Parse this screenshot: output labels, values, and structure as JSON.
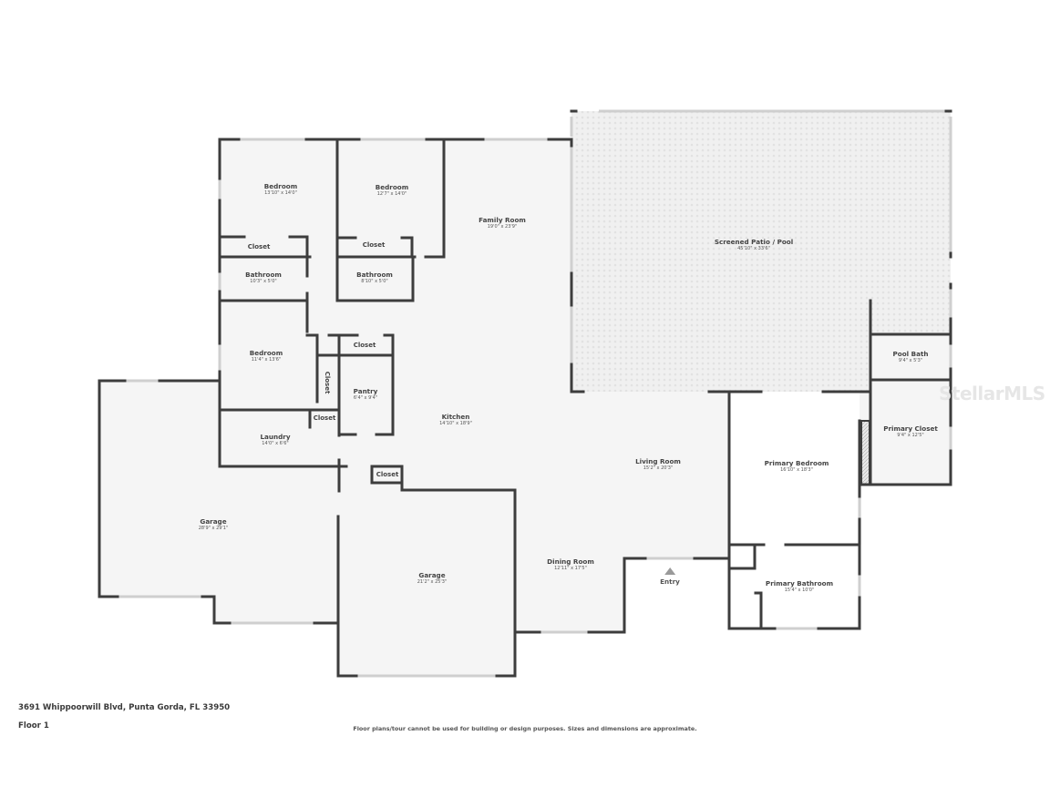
{
  "colors": {
    "wall": "#3d3d3d",
    "floor": "#f5f5f5",
    "patio": "#eeeeee",
    "window": "#d8d8d8",
    "background": "#ffffff"
  },
  "rooms": {
    "bedroom1": {
      "name": "Bedroom",
      "dim": "13'10\" x 14'0\""
    },
    "bedroom2": {
      "name": "Bedroom",
      "dim": "12'7\" x 14'0\""
    },
    "bedroom3": {
      "name": "Bedroom",
      "dim": "11'4\" x 13'6\""
    },
    "bathroom1": {
      "name": "Bathroom",
      "dim": "10'3\" x 5'0\""
    },
    "bathroom2": {
      "name": "Bathroom",
      "dim": "8'10\" x 5'0\""
    },
    "family_room": {
      "name": "Family Room",
      "dim": "19'0\" x 23'9\""
    },
    "patio": {
      "name": "Screened Patio / Pool",
      "dim": "45'10\" x 33'6\""
    },
    "pool_bath": {
      "name": "Pool Bath",
      "dim": "9'4\" x 5'3\""
    },
    "primary_closet": {
      "name": "Primary Closet",
      "dim": "9'4\" x 12'5\""
    },
    "primary_bedroom": {
      "name": "Primary Bedroom",
      "dim": "16'10\" x 18'3\""
    },
    "primary_bathroom": {
      "name": "Primary Bathroom",
      "dim": "15'4\" x 10'0\""
    },
    "living_room": {
      "name": "Living Room",
      "dim": "15'2\" x 20'3\""
    },
    "dining_room": {
      "name": "Dining Room",
      "dim": "12'11\" x 17'5\""
    },
    "kitchen": {
      "name": "Kitchen",
      "dim": "14'10\" x 18'9\""
    },
    "pantry": {
      "name": "Pantry",
      "dim": "6'4\" x 9'4\""
    },
    "laundry": {
      "name": "Laundry",
      "dim": "14'0\" x 6'6\""
    },
    "garage1": {
      "name": "Garage",
      "dim": "28'9\" x 29'1\""
    },
    "garage2": {
      "name": "Garage",
      "dim": "21'2\" x 25'3\""
    }
  },
  "closets": {
    "closet_bed1": "Closet",
    "closet_bed2": "Closet",
    "closet_top": "Closet",
    "closet_vertical": "Closet",
    "closet_laundry": "Closet",
    "closet_garage": "Closet"
  },
  "entry": {
    "label": "Entry"
  },
  "footer": {
    "address": "3691 Whippoorwill Blvd, Punta Gorda, FL 33950",
    "floor": "Floor 1",
    "disclaimer": "Floor plans/tour cannot be used for building or design purposes. Sizes and dimensions are approximate."
  },
  "watermark": "StellarMLS"
}
